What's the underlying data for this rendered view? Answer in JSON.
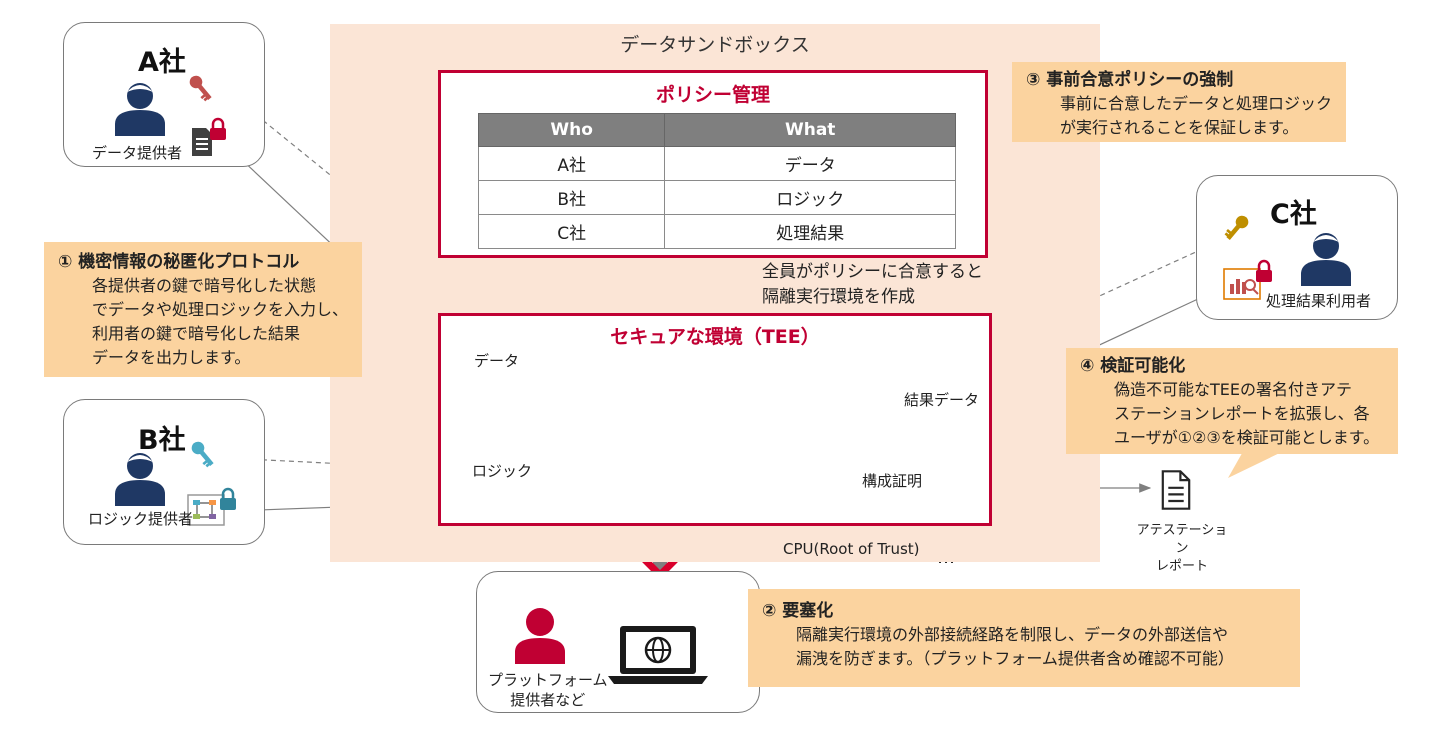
{
  "sandbox": {
    "title": "データサンドボックス"
  },
  "policy": {
    "title": "ポリシー管理",
    "headers": [
      "Who",
      "What"
    ],
    "rows": [
      [
        "A社",
        "データ"
      ],
      [
        "B社",
        "ロジック"
      ],
      [
        "C社",
        "処理結果"
      ]
    ]
  },
  "consent_note": {
    "line1": "全員がポリシーに合意すると",
    "line2": "隔離実行環境を作成"
  },
  "tee": {
    "title": "セキュアな環境（TEE）",
    "data_label": "データ",
    "logic_label": "ロジック",
    "result_label": "結果データ",
    "config_label": "構成証明",
    "cpu_label": "CPU(Root of Trust)"
  },
  "company_a": {
    "name": "A社",
    "role": "データ提供者"
  },
  "company_b": {
    "name": "B社",
    "role": "ロジック提供者"
  },
  "company_c": {
    "name": "C社",
    "role": "処理結果利用者"
  },
  "platform": {
    "line1": "プラットフォーム",
    "line2": "提供者など"
  },
  "attestation": {
    "line1": "アテステーション",
    "line2": "レポート"
  },
  "callouts": {
    "c1": {
      "title": "① 機密情報の秘匿化プロトコル",
      "lines": [
        "各提供者の鍵で暗号化した状態",
        "でデータや処理ロジックを入力し、",
        "利用者の鍵で暗号化した結果",
        "データを出力します。"
      ]
    },
    "c2": {
      "title": "② 要塞化",
      "lines": [
        "隔離実行環境の外部接続経路を制限し、データの外部送信や",
        "漏洩を防ぎます。（プラットフォーム提供者含め確認不可能）"
      ]
    },
    "c3": {
      "title": "③ 事前合意ポリシーの強制",
      "lines": [
        "事前に合意したデータと処理ロジック",
        "が実行されることを保証します。"
      ]
    },
    "c4": {
      "title": "④ 検証可能化",
      "lines": [
        "偽造不可能なTEEの署名付きアテ",
        "ステーションレポートを拡張し、各",
        "ユーザが①②③を検証可能とします。"
      ]
    }
  },
  "colors": {
    "accent_red": "#c00033",
    "navy": "#1f3864",
    "key_red": "#c0504d",
    "key_teal": "#4bacc6",
    "key_gold": "#bf8f00",
    "callout_fill": "#fbd39f",
    "sandbox_fill": "#fbe5d6"
  },
  "icons": [
    "user-icon",
    "key-icon",
    "document-icon",
    "lock-icon",
    "flowchart-icon",
    "chart-icon",
    "database-icon",
    "chip-icon",
    "laptop-globe-icon",
    "cross-icon",
    "report-icon"
  ]
}
